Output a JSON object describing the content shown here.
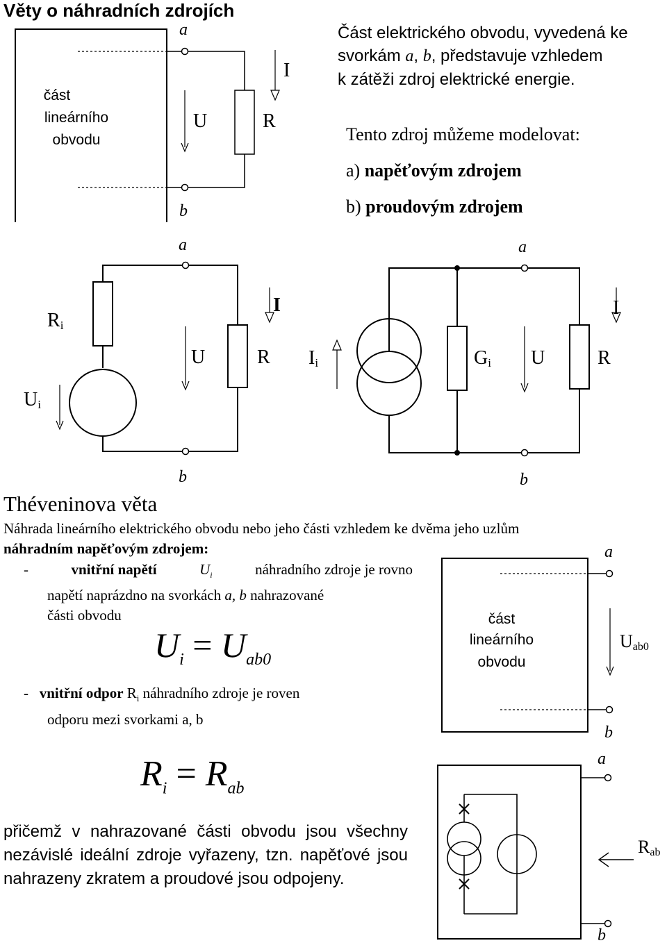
{
  "header": {
    "title": "Věty o náhradních zdrojích"
  },
  "intro": {
    "line1": "Část elektrického obvodu, vyvedená ke",
    "line2_pre": "svorkám ",
    "line2_a": "a",
    "line2_mid": ", ",
    "line2_b": "b",
    "line2_post": ", představuje vzhledem",
    "line3": "k zátěži zdroj elektrické energie."
  },
  "model": {
    "heading": "Tento zdroj můžeme modelovat:",
    "opt_a_prefix": "a)",
    "opt_a": "napěťovým zdrojem",
    "opt_b_prefix": "b)",
    "opt_b": "proudovým zdrojem"
  },
  "circuit_top": {
    "block_line1": "část",
    "block_line2": "lineárního",
    "block_line3": "obvodu",
    "term_a": "a",
    "term_b": "b",
    "u": "U",
    "r": "R",
    "i": "I"
  },
  "circuit_voltage": {
    "ri": "R",
    "ri_sub": "i",
    "ui": "U",
    "ui_sub": "i",
    "u": "U",
    "r": "R",
    "i": "I",
    "term_a": "a",
    "term_b": "b"
  },
  "circuit_current": {
    "ii": "I",
    "ii_sub": "i",
    "gi": "G",
    "gi_sub": "i",
    "u": "U",
    "r": "R",
    "i": "I",
    "term_a": "a",
    "term_b": "b"
  },
  "thevenin": {
    "title": "Théveninova věta",
    "para1": "Náhrada lineárního elektrického obvodu nebo jeho části vzhledem ke dvěma jeho uzlům",
    "para1_bold": "náhradním napěťovým zdrojem:",
    "item1_dash": "-",
    "item1_bold": "vnitřní napětí",
    "item1_sym": "U",
    "item1_sub": "i",
    "item1_rest": "náhradního zdroje je rovno",
    "item1_line2_pre": "napětí naprázdno na svorkách ",
    "item1_line2_ab": "a, b",
    "item1_line2_post": " nahrazované",
    "item1_line3": "části obvodu",
    "formula1_lhs": "U",
    "formula1_lhs_sub": "i",
    "formula1_eq": "=",
    "formula1_rhs": "U",
    "formula1_rhs_sub": "ab0",
    "item2_dash": "-",
    "item2_bold": "vnitřní odpor",
    "item2_sym": "R",
    "item2_sub": "i",
    "item2_rest": "náhradního zdroje je roven",
    "item2_line2": "odporu mezi svorkami a, b",
    "formula2_lhs": "R",
    "formula2_lhs_sub": "i",
    "formula2_eq": "=",
    "formula2_rhs": "R",
    "formula2_rhs_sub": "ab",
    "final_text": "přičemž v nahrazované části obvodu jsou všechny nezávislé ideální zdroje vyřazeny, tzn. napěťové jsou nahrazeny zkratem a proudové jsou odpojeny."
  },
  "circuit_uab0": {
    "block_line1": "část",
    "block_line2": "lineárního",
    "block_line3": "obvodu",
    "term_a": "a",
    "term_b": "b",
    "u": "U",
    "u_sub": "ab0"
  },
  "circuit_rab": {
    "term_a": "a",
    "term_b": "b",
    "r": "R",
    "r_sub": "ab"
  }
}
